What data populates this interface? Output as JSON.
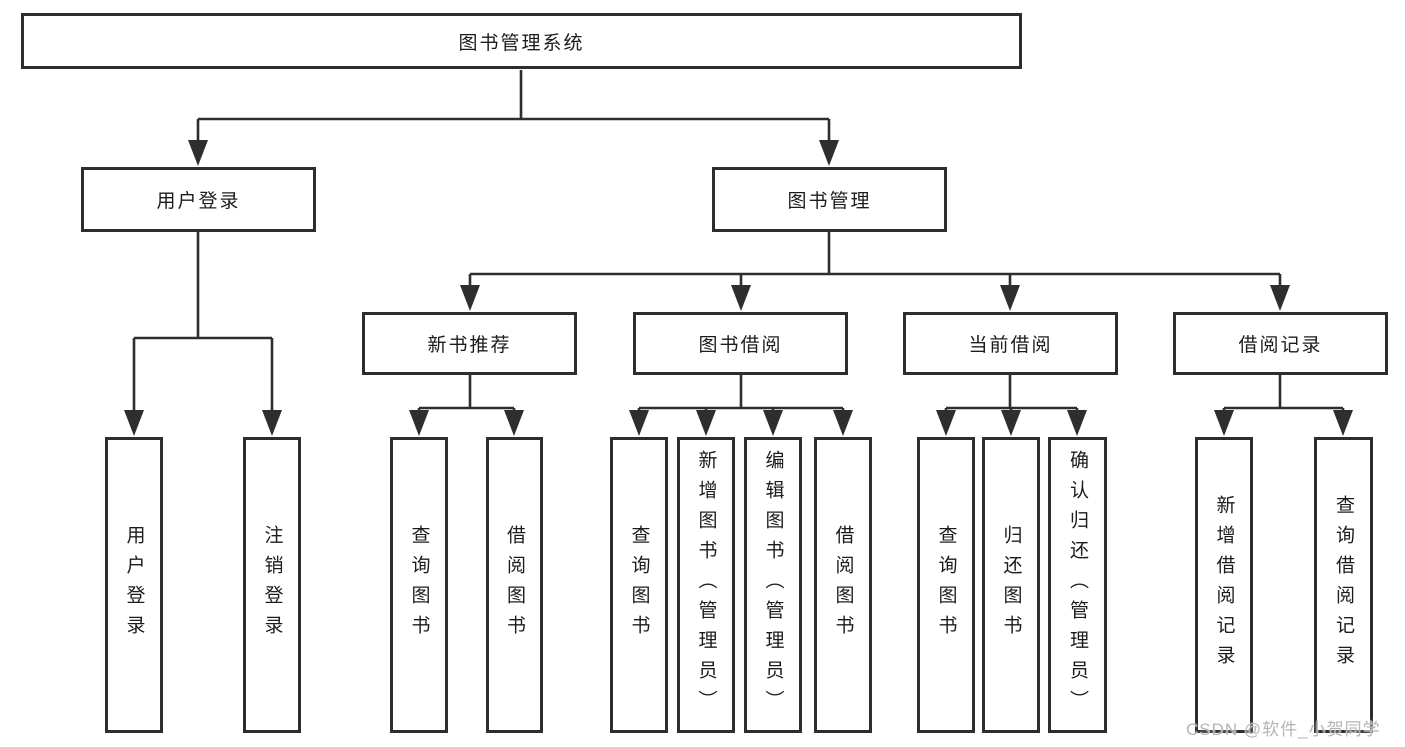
{
  "diagram": {
    "title": "图书管理系统",
    "nodes": {
      "root": {
        "label": "图书管理系统"
      },
      "user_login": {
        "label": "用户登录"
      },
      "book_mgmt": {
        "label": "图书管理"
      },
      "new_books": {
        "label": "新书推荐"
      },
      "book_borrow": {
        "label": "图书借阅"
      },
      "current_borrow": {
        "label": "当前借阅"
      },
      "borrow_records": {
        "label": "借阅记录"
      }
    },
    "leaves": [
      {
        "label": "用户登录",
        "parent": "用户登录"
      },
      {
        "label": "注销登录",
        "parent": "用户登录"
      },
      {
        "label": "查询图书",
        "parent": "新书推荐"
      },
      {
        "label": "借阅图书",
        "parent": "新书推荐"
      },
      {
        "label": "查询图书",
        "parent": "图书借阅"
      },
      {
        "label": "新增图书（管理员）",
        "parent": "图书借阅"
      },
      {
        "label": "编辑图书（管理员）",
        "parent": "图书借阅"
      },
      {
        "label": "借阅图书",
        "parent": "图书借阅"
      },
      {
        "label": "查询图书",
        "parent": "当前借阅"
      },
      {
        "label": "归还图书",
        "parent": "当前借阅"
      },
      {
        "label": "确认归还（管理员）",
        "parent": "当前借阅"
      },
      {
        "label": "新增借阅记录",
        "parent": "借阅记录"
      },
      {
        "label": "查询借阅记录",
        "parent": "借阅记录"
      }
    ],
    "colors": {
      "line": "#2e2e2e",
      "box_border": "#2d2d2d",
      "text": "#1c1c1c",
      "background": "#ffffff",
      "watermark": "#b5b5b5"
    }
  },
  "watermark": {
    "text": "CSDN @软件_小贺同学"
  }
}
